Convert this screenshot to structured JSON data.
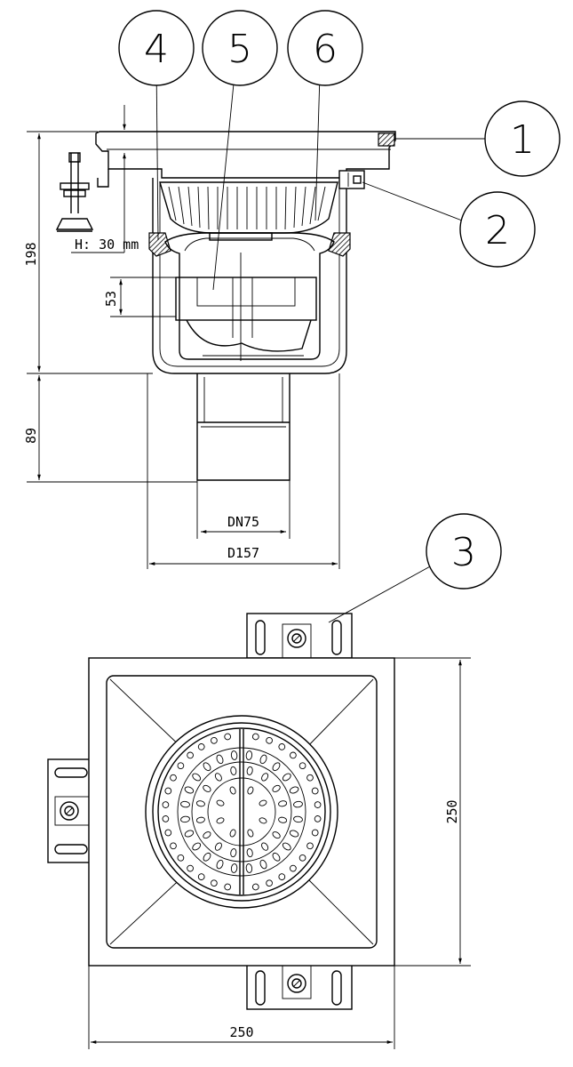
{
  "callouts": [
    "1",
    "2",
    "3",
    "4",
    "5",
    "6"
  ],
  "dimensions": {
    "overall_height": "198",
    "outlet_length": "89",
    "trap_depth": "53",
    "extension_height": "H: 30 mm",
    "outlet_diameter": "DN75",
    "body_diameter": "D157",
    "plate_width": "250",
    "plate_depth": "250"
  }
}
